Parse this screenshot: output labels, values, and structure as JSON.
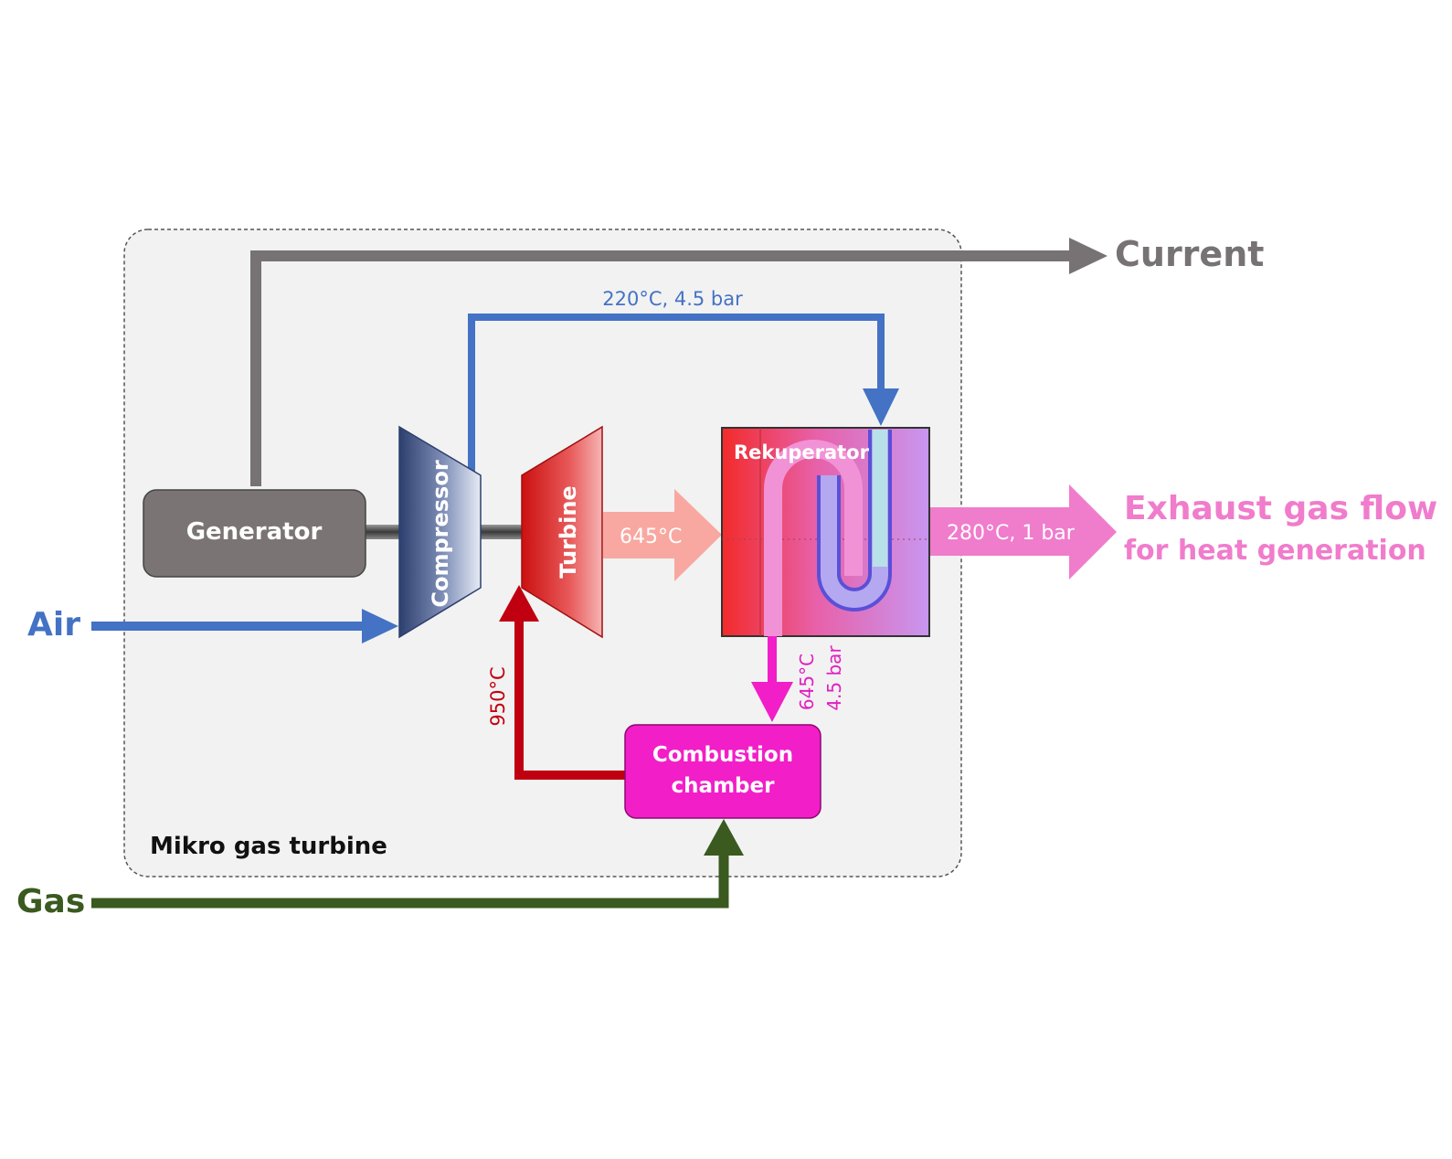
{
  "container": {
    "label": "Mikro gas turbine"
  },
  "components": {
    "generator": "Generator",
    "compressor": "Compressor",
    "turbine": "Turbine",
    "rekuperator": "Rekuperator",
    "combustion_line1": "Combustion",
    "combustion_line2": "chamber"
  },
  "inputs": {
    "air": "Air",
    "gas": "Gas"
  },
  "outputs": {
    "current": "Current",
    "exhaust_line1": "Exhaust gas flow",
    "exhaust_line2": "for heat generation"
  },
  "flows": {
    "compressed_air": "220°C, 4.5 bar",
    "turbine_exhaust": "645°C",
    "exhaust_out": "280°C, 1 bar",
    "combustion_outlet": "950°C",
    "preheated_air_temp": "645°C",
    "preheated_air_pressure": "4.5 bar"
  },
  "colors": {
    "current": "#777274",
    "air": "#4472c4",
    "gas": "#3a5a20",
    "hot_gas": "#c00010",
    "exhaust": "#f07ccc",
    "combustion": "#f21ec8",
    "turbine_exhaust": "#f8a8a0",
    "generator": "#7a7474",
    "container_bg": "#f2f2f2"
  }
}
